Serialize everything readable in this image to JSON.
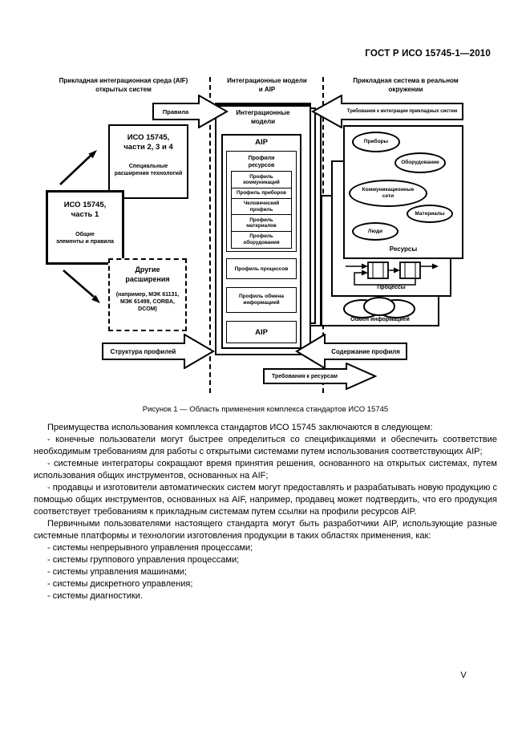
{
  "page": {
    "header": "ГОСТ Р ИСО 15745-1—2010",
    "page_number": "V"
  },
  "diagram": {
    "columns": {
      "left_title": "Прикладная интеграционная среда (AIF)\nоткрытых систем",
      "middle_title": "Интеграционные модели\nи AIP",
      "right_title": "Прикладная система в реальном\nокружении"
    },
    "arrows": {
      "rules": "Правила",
      "integration_requirements": "Требования к интеграции прикладных систем",
      "profile_structure": "Структура профилей",
      "profile_content": "Содержание профиля",
      "resource_requirements": "Требования к ресурсам"
    },
    "left": {
      "parts234_title": "ИСО 15745,\nчасти 2, 3 и 4",
      "parts234_sub": "Специальные\nрасширения технологий",
      "part1_title": "ИСО 15745,\nчасть 1",
      "part1_sub": "Общие\nэлементы и правила",
      "other_title": "Другие\nрасширения",
      "other_sub": "(например, МЭК 61131,\nМЭК 61499, CORBA,\nDCOM)"
    },
    "middle": {
      "integration_models": "Интеграционные\nмодели",
      "aip_top": "AIP",
      "resource_profiles": "Профили\nресурсов",
      "profiles": [
        "Профиль\nкоммуникаций",
        "Профиль приборов",
        "Человеческий\nпрофиль",
        "Профиль\nматериалов",
        "Профиль\nоборудования"
      ],
      "process_profile": "Профиль процессов",
      "info_exchange_profile": "Профиль обмена\nинформацией",
      "aip_bottom": "AIP"
    },
    "right": {
      "ovals": [
        "Приборы",
        "Оборудование",
        "Коммуникационные\nсети",
        "Материалы",
        "Люди"
      ],
      "resources_label": "Ресурсы",
      "processes_label": "Процессы",
      "info_exchange_label": "Обмен информацией"
    },
    "caption": "Рисунок 1 — Область применения комплекса стандартов ИСО 15745"
  },
  "body": {
    "paragraphs": [
      "Преимущества использования комплекса стандартов ИСО 15745 заключаются в следующем:",
      "- конечные пользователи могут быстрее определиться со спецификациями и обеспечить соответствие необходимым требованиям для работы с открытыми системами путем использования соответствующих AIP;",
      "- системные интеграторы сокращают время принятия решения, основанного на открытых системах, путем использования общих инструментов, основанных на AIF;",
      "- продавцы и изготовители автоматических систем могут предоставлять и разрабатывать новую продукцию с помощью общих инструментов, основанных на AIF, например, продавец может подтвердить, что его продукция соответствует требованиям к прикладным системам путем ссылки на профили ресурсов AIP.",
      "Первичными пользователями настоящего стандарта могут быть разработчики AIP, использующие разные системные платформы и технологии изготовления продукции в таких областях применения, как:",
      "- системы непрерывного управления процессами;",
      "- системы группового управления процессами;",
      "- системы управления машинами;",
      "- системы дискретного управления;",
      "- системы диагностики."
    ]
  }
}
